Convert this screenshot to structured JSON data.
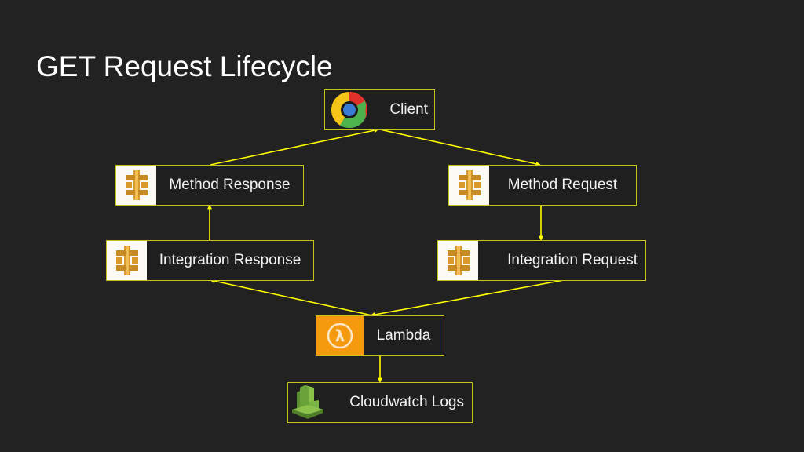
{
  "title": "GET Request Lifecycle",
  "colors": {
    "background": "#222222",
    "edge": "#ffff00",
    "border": "#c9c21c",
    "api_gateway_icon": "#d99a2b",
    "lambda_icon": "#f59a0e",
    "cloudwatch_icon": "#6aa33a"
  },
  "nodes": [
    {
      "id": "client",
      "label": "Client",
      "icon": "chrome-icon"
    },
    {
      "id": "method_response",
      "label": "Method Response",
      "icon": "api-gateway-icon"
    },
    {
      "id": "method_request",
      "label": "Method Request",
      "icon": "api-gateway-icon"
    },
    {
      "id": "integration_response",
      "label": "Integration Response",
      "icon": "api-gateway-icon"
    },
    {
      "id": "integration_request",
      "label": "Integration Request",
      "icon": "api-gateway-icon"
    },
    {
      "id": "lambda",
      "label": "Lambda",
      "icon": "lambda-icon"
    },
    {
      "id": "cloudwatch",
      "label": "Cloudwatch Logs",
      "icon": "cloudwatch-icon"
    }
  ],
  "edges": [
    {
      "from": "client",
      "to": "method_request"
    },
    {
      "from": "method_request",
      "to": "integration_request"
    },
    {
      "from": "integration_request",
      "to": "lambda"
    },
    {
      "from": "lambda",
      "to": "integration_response"
    },
    {
      "from": "integration_response",
      "to": "method_response"
    },
    {
      "from": "method_response",
      "to": "client"
    },
    {
      "from": "lambda",
      "to": "cloudwatch"
    }
  ]
}
